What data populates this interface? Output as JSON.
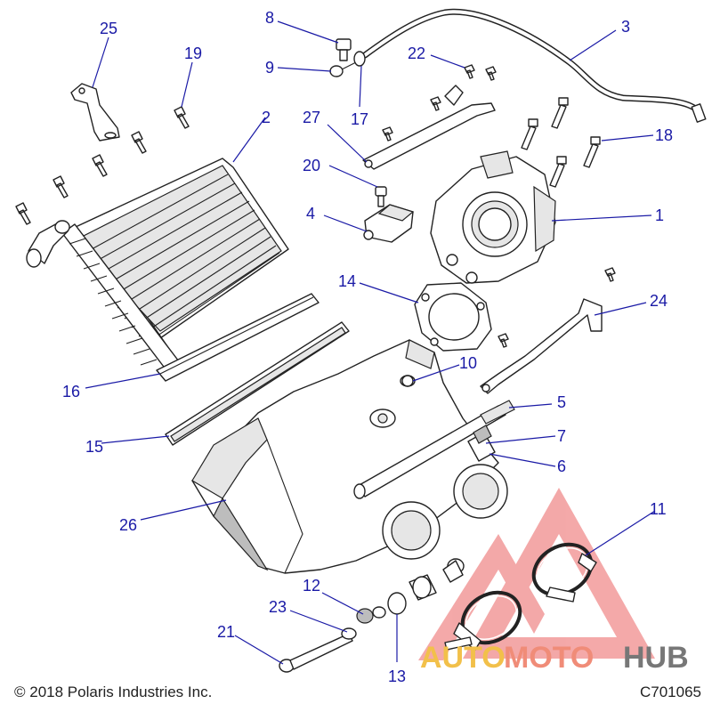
{
  "diagram": {
    "callouts": [
      {
        "id": "c1",
        "text": "1"
      },
      {
        "id": "c2",
        "text": "2"
      },
      {
        "id": "c3",
        "text": "3"
      },
      {
        "id": "c4",
        "text": "4"
      },
      {
        "id": "c5",
        "text": "5"
      },
      {
        "id": "c6",
        "text": "6"
      },
      {
        "id": "c7",
        "text": "7"
      },
      {
        "id": "c8",
        "text": "8"
      },
      {
        "id": "c9",
        "text": "9"
      },
      {
        "id": "c10",
        "text": "10"
      },
      {
        "id": "c11",
        "text": "11"
      },
      {
        "id": "c12",
        "text": "12"
      },
      {
        "id": "c13",
        "text": "13"
      },
      {
        "id": "c14",
        "text": "14"
      },
      {
        "id": "c15",
        "text": "15"
      },
      {
        "id": "c16",
        "text": "16"
      },
      {
        "id": "c17",
        "text": "17"
      },
      {
        "id": "c18",
        "text": "18"
      },
      {
        "id": "c19",
        "text": "19"
      },
      {
        "id": "c20",
        "text": "20"
      },
      {
        "id": "c21",
        "text": "21"
      },
      {
        "id": "c22",
        "text": "22"
      },
      {
        "id": "c23",
        "text": "23"
      },
      {
        "id": "c24",
        "text": "24"
      },
      {
        "id": "c25",
        "text": "25"
      },
      {
        "id": "c26",
        "text": "26"
      },
      {
        "id": "c27",
        "text": "27"
      }
    ],
    "callout_color": "#1a1aa6"
  },
  "footer": {
    "copyright": "© 2018 Polaris Industries Inc.",
    "drawing_code": "C701065"
  },
  "watermark": {
    "part1": "AUTO",
    "part2": "MOTO",
    "part3": "HUB",
    "color_auto": "#f2c04a",
    "color_moto": "#f08c78",
    "color_hub": "#777777",
    "triangle_color": "#f08c8c"
  }
}
